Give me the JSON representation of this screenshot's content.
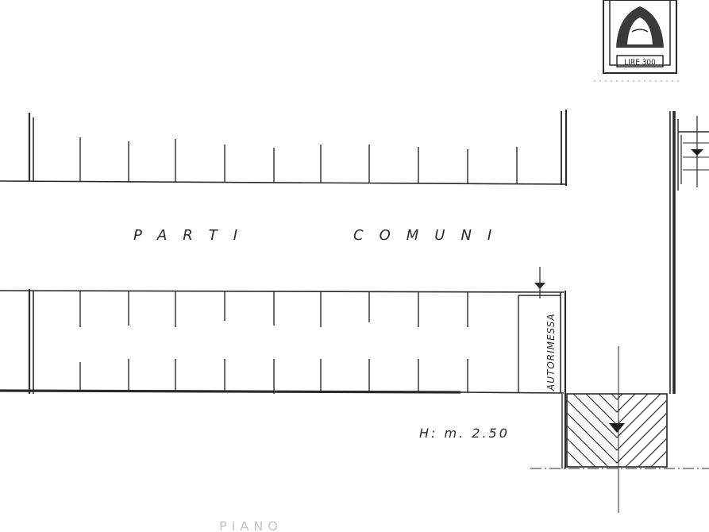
{
  "labels": {
    "common_area_word1": "PARTI",
    "common_area_word2": "COMUNI",
    "autorimessa": "AUTORIMESSA",
    "height": "H: m. 2.50",
    "floor_caption": "PIANO",
    "stamp_value": "LIRE 300"
  },
  "colors": {
    "ink": "#2a2a2a",
    "paper": "#ffffff"
  },
  "icons": {
    "stamp": "revenue-stamp-icon",
    "entrance_arrow": "arrow-down-icon",
    "stair_arrow": "arrow-left-icon"
  }
}
